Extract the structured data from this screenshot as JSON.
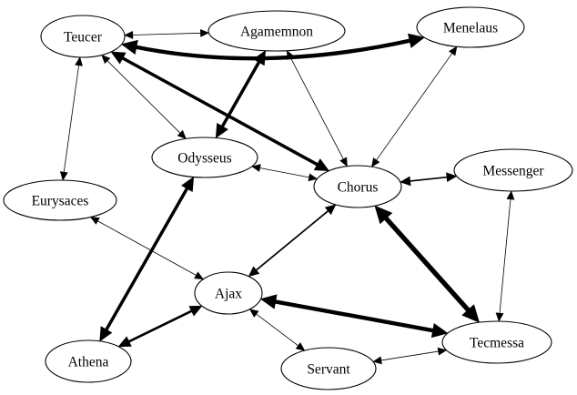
{
  "nodes": [
    {
      "id": "teucer",
      "label": "Teucer"
    },
    {
      "id": "agamemnon",
      "label": "Agamemnon"
    },
    {
      "id": "menelaus",
      "label": "Menelaus"
    },
    {
      "id": "odysseus",
      "label": "Odysseus"
    },
    {
      "id": "chorus",
      "label": "Chorus"
    },
    {
      "id": "messenger",
      "label": "Messenger"
    },
    {
      "id": "eurysaces",
      "label": "Eurysaces"
    },
    {
      "id": "ajax",
      "label": "Ajax"
    },
    {
      "id": "athena",
      "label": "Athena"
    },
    {
      "id": "servant",
      "label": "Servant"
    },
    {
      "id": "tecmessa",
      "label": "Tecmessa"
    }
  ],
  "edges": [
    {
      "from": "teucer",
      "to": "agamemnon",
      "weight": 1
    },
    {
      "from": "teucer",
      "to": "menelaus",
      "weight": 5
    },
    {
      "from": "teucer",
      "to": "chorus",
      "weight": 4
    },
    {
      "from": "teucer",
      "to": "odysseus",
      "weight": 1
    },
    {
      "from": "teucer",
      "to": "eurysaces",
      "weight": 1
    },
    {
      "from": "agamemnon",
      "to": "odysseus",
      "weight": 4
    },
    {
      "from": "agamemnon",
      "to": "chorus",
      "weight": 1
    },
    {
      "from": "menelaus",
      "to": "chorus",
      "weight": 1
    },
    {
      "from": "odysseus",
      "to": "chorus",
      "weight": 1
    },
    {
      "from": "odysseus",
      "to": "athena",
      "weight": 4
    },
    {
      "from": "chorus",
      "to": "messenger",
      "weight": 2
    },
    {
      "from": "chorus",
      "to": "ajax",
      "weight": 2
    },
    {
      "from": "chorus",
      "to": "tecmessa",
      "weight": 6
    },
    {
      "from": "messenger",
      "to": "tecmessa",
      "weight": 1
    },
    {
      "from": "eurysaces",
      "to": "ajax",
      "weight": 1
    },
    {
      "from": "ajax",
      "to": "athena",
      "weight": 3
    },
    {
      "from": "ajax",
      "to": "tecmessa",
      "weight": 5
    },
    {
      "from": "ajax",
      "to": "servant",
      "weight": 1
    },
    {
      "from": "servant",
      "to": "tecmessa",
      "weight": 1
    }
  ]
}
